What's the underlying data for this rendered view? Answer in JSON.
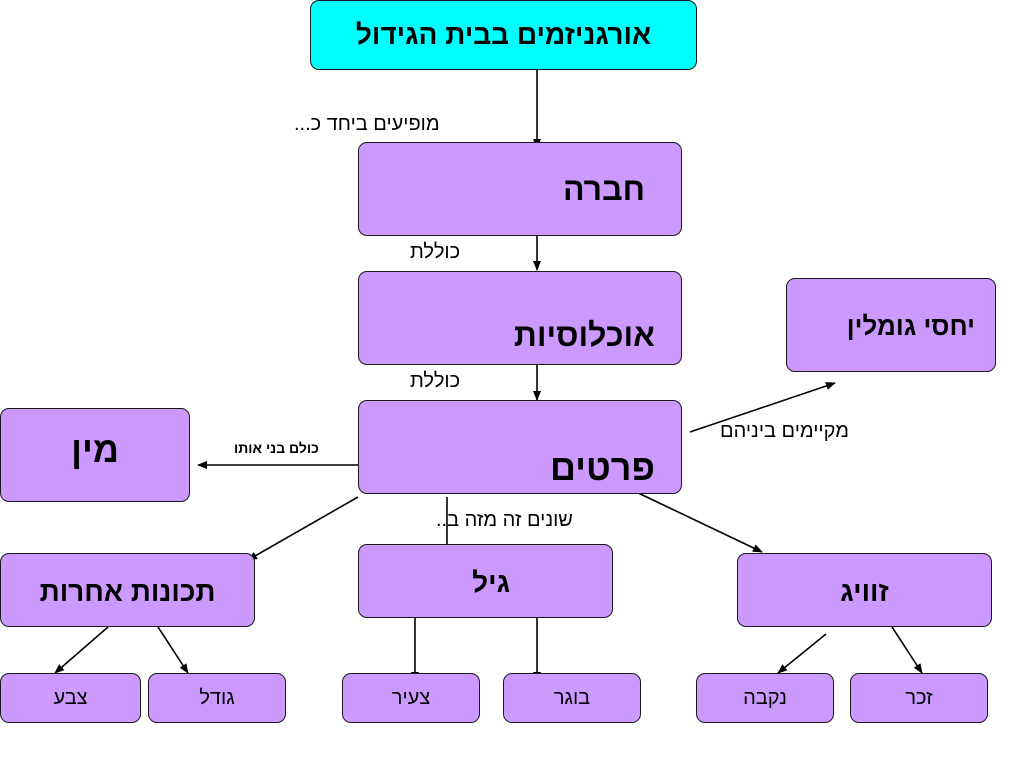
{
  "nodes": {
    "organisms": "אורגניזמים בבית הגידול",
    "community": "חברה",
    "populations": "אוכלוסיות",
    "individuals": "פרטים",
    "species": "מין",
    "interactions": "יחסי גומלין",
    "other_traits": "תכונות אחרות",
    "age": "גיל",
    "sex": "זוויג",
    "color": "צבע",
    "size": "גודל",
    "young": "צעיר",
    "adult": "בוגר",
    "female": "נקבה",
    "male": "זכר"
  },
  "edge_labels": {
    "appear_together": "מופיעים ביחד כ...",
    "includes_1": "כוללת",
    "includes_2": "כוללת",
    "same_species": "כולם בני אותו",
    "exist_between": "מקיימים ביניהם",
    "differ_by": "שונים זה מזה ב.."
  },
  "colors": {
    "top_node": "#00ffff",
    "node": "#cc99ff",
    "border": "#1a1a1a"
  }
}
